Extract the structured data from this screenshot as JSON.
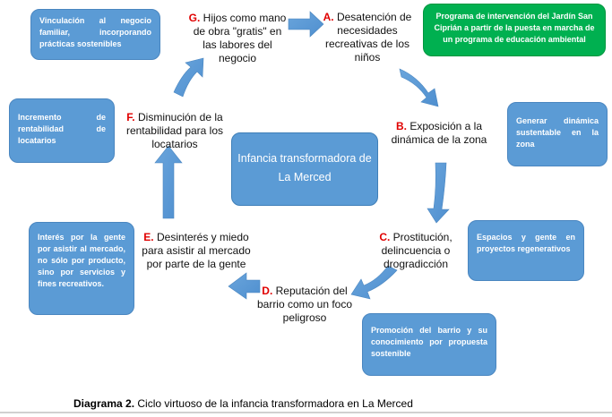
{
  "boxes": {
    "vinculacion": "Vinculación al negocio familiar, incorporando prácticas sostenibles",
    "programa": "Programa de intervención del Jardín San Ciprián a partir de la puesta en marcha de un programa de educación ambiental",
    "incremento": "Incremento de rentabilidad de locatarios",
    "generar": "Generar dinámica sustentable en la zona",
    "espacios": "Espacios y gente en proyectos regenerativos",
    "interes": "Interés por la gente por asistir al mercado, no sólo por producto, sino por servicios y fines recreativos.",
    "promocion": "Promoción del barrio y su conocimiento por propuesta sostenible"
  },
  "center": "Infancia transformadora de La Merced",
  "steps": {
    "A": {
      "letter": "A.",
      "text": "Desatención de necesidades recreativas de los niños"
    },
    "B": {
      "letter": "B.",
      "text": "Exposición a la dinámica de la zona"
    },
    "C": {
      "letter": "C.",
      "text": "Prostitución, delincuencia o drogradicción"
    },
    "D": {
      "letter": "D.",
      "text": "Reputación del barrio como un foco peligroso"
    },
    "E": {
      "letter": "E.",
      "text": "Desinterés y miedo para asistir al mercado por parte de la gente"
    },
    "F": {
      "letter": "F.",
      "text": "Disminución de la rentabilidad para los locatarios"
    },
    "G": {
      "letter": "G.",
      "text": "Hijos como mano de obra \"gratis\" en las labores del negocio"
    }
  },
  "caption": {
    "label": "Diagrama 2.",
    "text": "Ciclo virtuoso de la infancia transformadora en La Merced"
  },
  "colors": {
    "box_blue": "#5b9bd5",
    "box_green": "#00b050",
    "arrow_blue": "#5b9bd5",
    "letter_red": "#e00000"
  }
}
